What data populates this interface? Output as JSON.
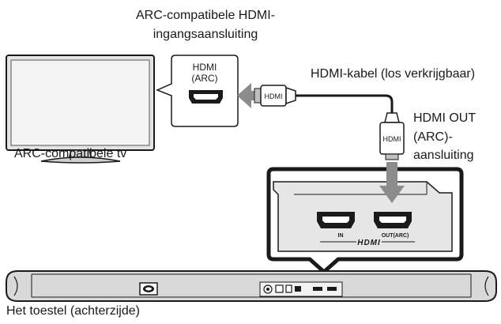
{
  "labels": {
    "arc_input_line1": "ARC-compatibele HDMI-",
    "arc_input_line2": "ingangsaansluiting",
    "cable": "HDMI-kabel (los verkrijgbaar)",
    "hdmi_out_line1": "HDMI OUT",
    "hdmi_out_line2": "(ARC)-",
    "hdmi_out_line3": "aansluiting",
    "tv": "ARC-compatibele tv",
    "unit": "Het toestel (achterzijde)"
  },
  "tv_port": {
    "line1": "HDMI",
    "line2": "(ARC)"
  },
  "plug_label": "HDMI",
  "unit_panel": {
    "in_label": "IN",
    "out_label": "OUT(ARC)",
    "logo": "HDMI"
  },
  "colors": {
    "arrow": "#8c8c8c",
    "panel_fill": "#e6e6e6",
    "unit_body": "#d9d9d9",
    "outline": "#1a1a1a"
  }
}
